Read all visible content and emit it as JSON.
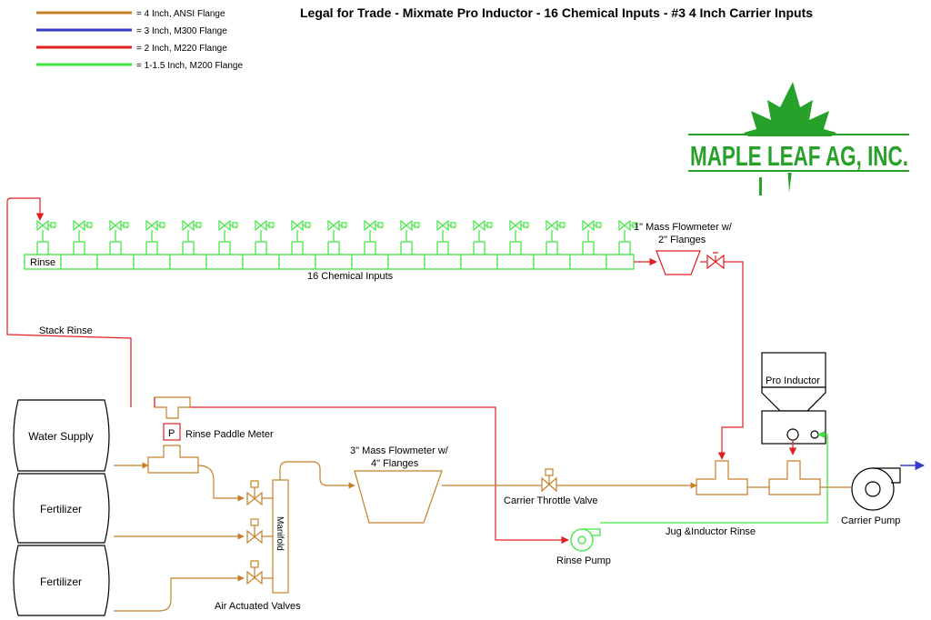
{
  "title": "Legal for Trade - Mixmate Pro Inductor - 16 Chemical Inputs - #3 4 Inch Carrier Inputs",
  "legend": [
    {
      "label": "= 4 Inch, ANSI Flange",
      "color": "#c87f2a"
    },
    {
      "label": "= 3 Inch, M300 Flange",
      "color": "#3a3acb"
    },
    {
      "label": "= 2 Inch, M220 Flange",
      "color": "#e02020"
    },
    {
      "label": "= 1-1.5 Inch, M200 Flange",
      "color": "#3ee63e"
    }
  ],
  "logo": {
    "text": "MAPLE LEAF AG, INC.",
    "color": "#27a12a",
    "icon": "maple-leaf-icon"
  },
  "labels": {
    "rinse": "Rinse",
    "chemical_inputs": "16 Chemical Inputs",
    "mass_flowmeter_1_line1": "1\" Mass Flowmeter w/",
    "mass_flowmeter_1_line2": "2\" Flanges",
    "stack_rinse": "Stack Rinse",
    "pro_inductor": "Pro Inductor",
    "water_supply": "Water Supply",
    "fertilizer_1": "Fertilizer",
    "fertilizer_2": "Fertilizer",
    "paddle_meter_symbol": "P",
    "rinse_paddle_meter": "Rinse Paddle Meter",
    "mass_flowmeter_3_line1": "3\" Mass Flowmeter w/",
    "mass_flowmeter_3_line2": "4\" Flanges",
    "manifold": "Manifold",
    "carrier_throttle_valve": "Carrier Throttle Valve",
    "jug_inductor_rinse": "Jug &Inductor Rinse",
    "carrier_pump": "Carrier Pump",
    "rinse_pump": "Rinse Pump",
    "air_actuated_valves": "Air Actuated Valves"
  },
  "colors": {
    "orange": "#c87f2a",
    "blue": "#3a3acb",
    "red": "#e02020",
    "green": "#3ee63e"
  }
}
